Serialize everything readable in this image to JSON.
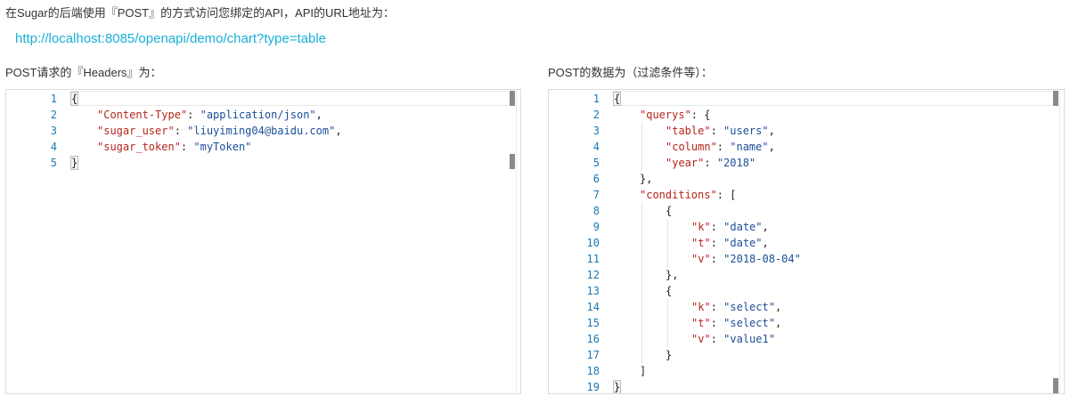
{
  "intro": {
    "text": "在Sugar的后端使用『POST』的方式访问您绑定的API，API的URL地址为："
  },
  "api": {
    "url": "http://localhost:8085/openapi/demo/chart?type=table"
  },
  "headers_panel": {
    "label": "POST请求的『Headers』为：",
    "line_numbers": [
      "1",
      "2",
      "3",
      "4",
      "5"
    ],
    "lines": [
      {
        "indent": 0,
        "key": "",
        "value": "",
        "text": "{"
      },
      {
        "indent": 1,
        "key": "\"Content-Type\"",
        "value": "\"application/json\"",
        "text": ","
      },
      {
        "indent": 1,
        "key": "\"sugar_user\"",
        "value": "\"liuyiming04@baidu.com\"",
        "text": ","
      },
      {
        "indent": 1,
        "key": "\"sugar_token\"",
        "value": "\"myToken\"",
        "text": ""
      },
      {
        "indent": 0,
        "key": "",
        "value": "",
        "text": "}"
      }
    ]
  },
  "body_panel": {
    "label": "POST的数据为（过滤条件等）：",
    "line_numbers": [
      "1",
      "2",
      "3",
      "4",
      "5",
      "6",
      "7",
      "8",
      "9",
      "10",
      "11",
      "12",
      "13",
      "14",
      "15",
      "16",
      "17",
      "18",
      "19"
    ],
    "lines": [
      {
        "indent": 0,
        "key": "",
        "value": "",
        "text": "{"
      },
      {
        "indent": 1,
        "key": "\"querys\"",
        "value": "",
        "text": ": {"
      },
      {
        "indent": 2,
        "key": "\"table\"",
        "value": "\"users\"",
        "text": ","
      },
      {
        "indent": 2,
        "key": "\"column\"",
        "value": "\"name\"",
        "text": ","
      },
      {
        "indent": 2,
        "key": "\"year\"",
        "value": "\"2018\"",
        "text": ""
      },
      {
        "indent": 1,
        "key": "",
        "value": "",
        "text": "},"
      },
      {
        "indent": 1,
        "key": "\"conditions\"",
        "value": "",
        "text": ": ["
      },
      {
        "indent": 2,
        "key": "",
        "value": "",
        "text": "{"
      },
      {
        "indent": 3,
        "key": "\"k\"",
        "value": "\"date\"",
        "text": ","
      },
      {
        "indent": 3,
        "key": "\"t\"",
        "value": "\"date\"",
        "text": ","
      },
      {
        "indent": 3,
        "key": "\"v\"",
        "value": "\"2018-08-04\"",
        "text": ""
      },
      {
        "indent": 2,
        "key": "",
        "value": "",
        "text": "},"
      },
      {
        "indent": 2,
        "key": "",
        "value": "",
        "text": "{"
      },
      {
        "indent": 3,
        "key": "\"k\"",
        "value": "\"select\"",
        "text": ","
      },
      {
        "indent": 3,
        "key": "\"t\"",
        "value": "\"select\"",
        "text": ","
      },
      {
        "indent": 3,
        "key": "\"v\"",
        "value": "\"value1\"",
        "text": ""
      },
      {
        "indent": 2,
        "key": "",
        "value": "",
        "text": "}"
      },
      {
        "indent": 1,
        "key": "",
        "value": "",
        "text": "]"
      },
      {
        "indent": 0,
        "key": "",
        "value": "",
        "text": "}"
      }
    ]
  },
  "colors": {
    "link": "#1ab0d8",
    "line_number": "#1a7ab0",
    "json_key": "#b5261b",
    "json_string": "#1c4f99"
  }
}
